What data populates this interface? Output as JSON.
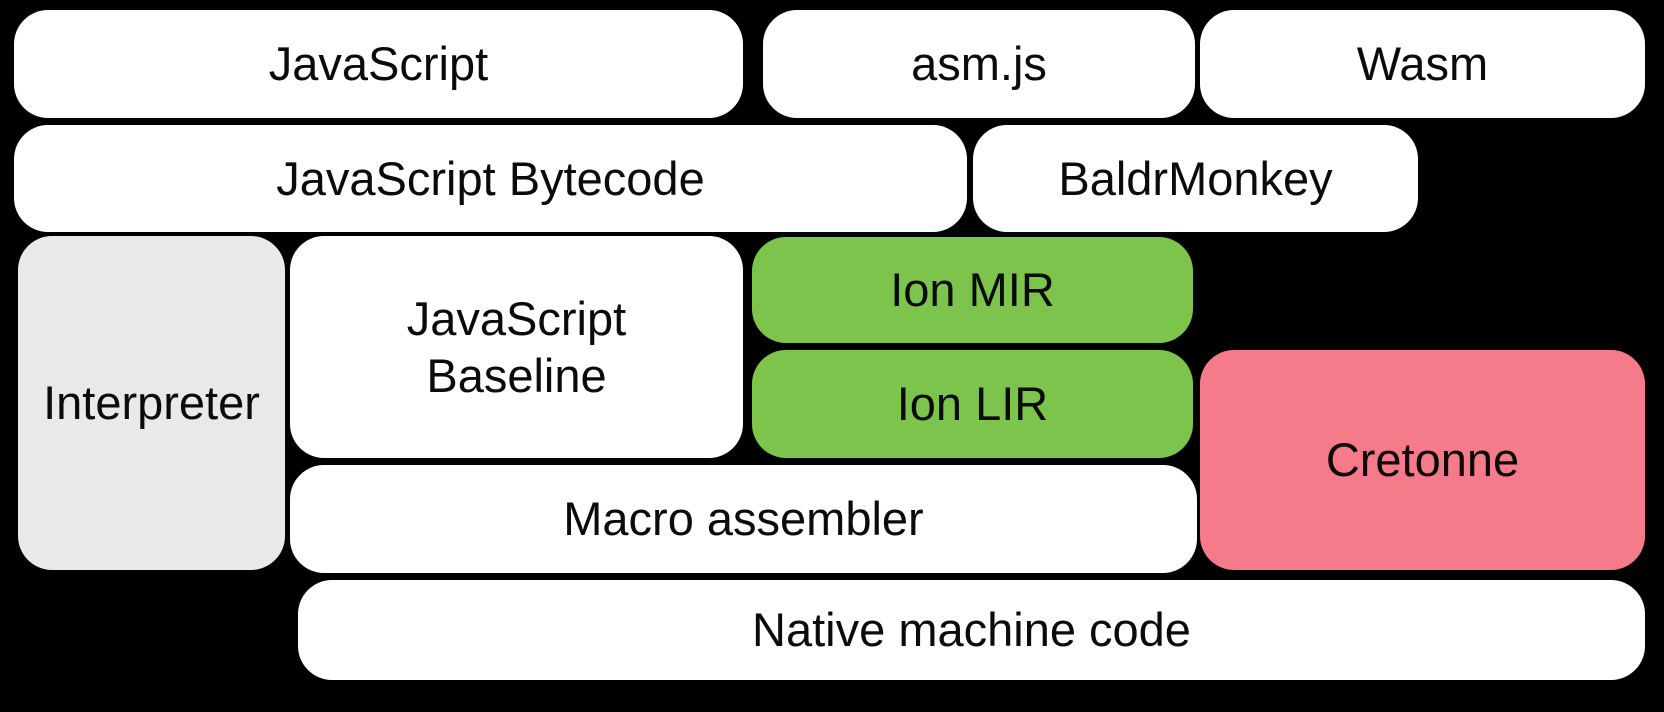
{
  "colors": {
    "background": "#000000",
    "text": "#0b0b0b",
    "box_white": "#ffffff",
    "box_gray": "#e9e9e9",
    "box_green": "#7dc44d",
    "box_pink": "#f57a8a"
  },
  "diagram": {
    "boxes": [
      {
        "id": "javascript",
        "label": "JavaScript",
        "color": "box_white"
      },
      {
        "id": "asmjs",
        "label": "asm.js",
        "color": "box_white"
      },
      {
        "id": "wasm",
        "label": "Wasm",
        "color": "box_white"
      },
      {
        "id": "javascript-bytecode",
        "label": "JavaScript Bytecode",
        "color": "box_white"
      },
      {
        "id": "baldrmonkey",
        "label": "BaldrMonkey",
        "color": "box_white"
      },
      {
        "id": "interpreter",
        "label": "Interpreter",
        "color": "box_gray"
      },
      {
        "id": "javascript-baseline",
        "label": "JavaScript\nBaseline",
        "color": "box_white"
      },
      {
        "id": "ion-mir",
        "label": "Ion MIR",
        "color": "box_green"
      },
      {
        "id": "ion-lir",
        "label": "Ion LIR",
        "color": "box_green"
      },
      {
        "id": "cretonne",
        "label": "Cretonne",
        "color": "box_pink"
      },
      {
        "id": "macro-assembler",
        "label": "Macro assembler",
        "color": "box_white"
      },
      {
        "id": "native-machine-code",
        "label": "Native machine code",
        "color": "box_white"
      }
    ]
  }
}
